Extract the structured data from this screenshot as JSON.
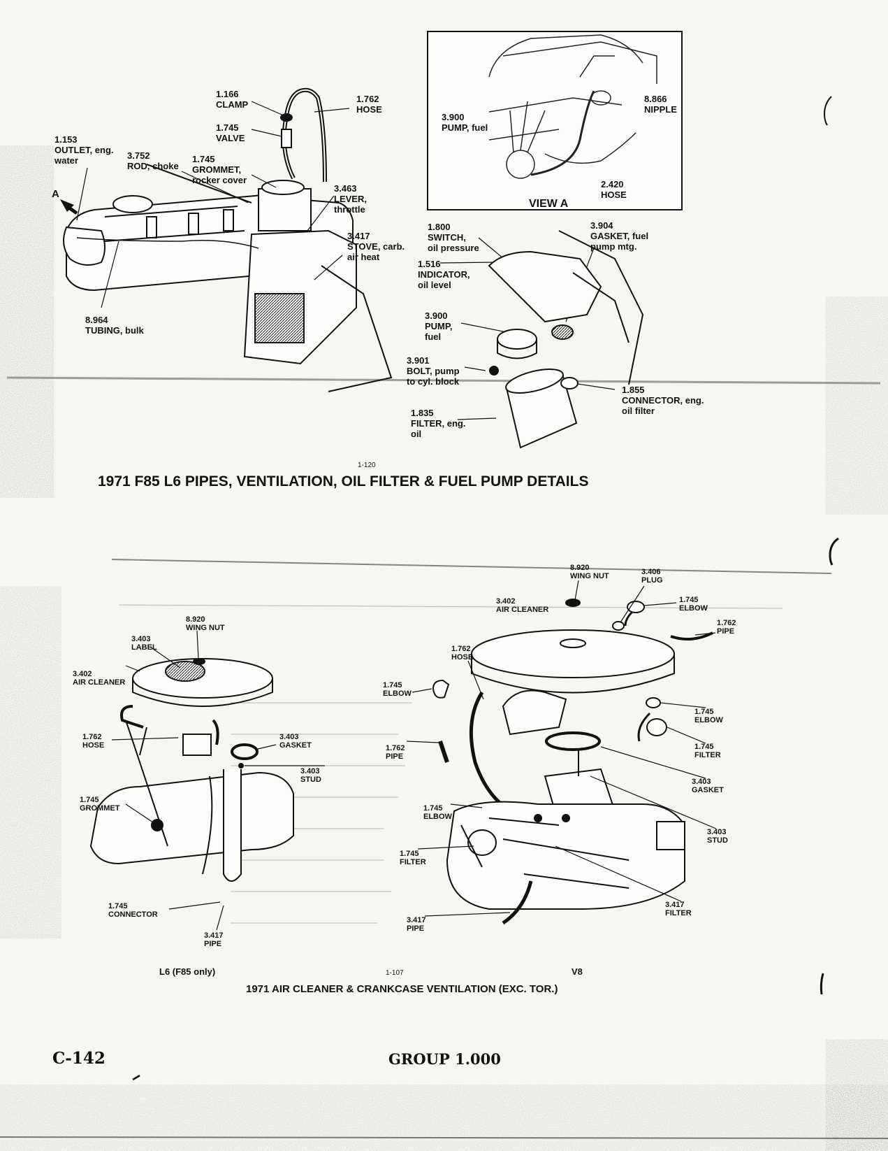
{
  "diagram1": {
    "view_box_title": "VIEW A",
    "labels": [
      {
        "id": "outlet",
        "num": "1.153",
        "desc": "OUTLET, eng.\nwater"
      },
      {
        "id": "clamp",
        "num": "1.166",
        "desc": "CLAMP"
      },
      {
        "id": "valve",
        "num": "1.745",
        "desc": "VALVE"
      },
      {
        "id": "hose-top",
        "num": "1.762",
        "desc": "HOSE"
      },
      {
        "id": "rod-choke",
        "num": "3.752",
        "desc": "ROD, choke"
      },
      {
        "id": "grommet-rocker",
        "num": "1.745",
        "desc": "GROMMET,\nrocker cover"
      },
      {
        "id": "lever-throttle",
        "num": "3.463",
        "desc": "LEVER,\nthrottle"
      },
      {
        "id": "stove",
        "num": "3.417",
        "desc": "STOVE, carb.\nair heat"
      },
      {
        "id": "tubing",
        "num": "8.964",
        "desc": "TUBING, bulk"
      },
      {
        "id": "pump-fuel-a",
        "num": "3.900",
        "desc": "PUMP, fuel"
      },
      {
        "id": "nipple",
        "num": "8.866",
        "desc": "NIPPLE"
      },
      {
        "id": "hose-a",
        "num": "2.420",
        "desc": "HOSE"
      },
      {
        "id": "switch",
        "num": "1.800",
        "desc": "SWITCH,\noil pressure"
      },
      {
        "id": "gasket-pump",
        "num": "3.904",
        "desc": "GASKET, fuel\npump mtg."
      },
      {
        "id": "indicator",
        "num": "1.516",
        "desc": "INDICATOR,\noil level"
      },
      {
        "id": "pump-fuel",
        "num": "3.900",
        "desc": "PUMP,\nfuel"
      },
      {
        "id": "bolt",
        "num": "3.901",
        "desc": "BOLT, pump\nto cyl. block"
      },
      {
        "id": "connector-filter",
        "num": "1.855",
        "desc": "CONNECTOR, eng.\noil filter"
      },
      {
        "id": "filter-oil",
        "num": "1.835",
        "desc": "FILTER, eng.\noil"
      }
    ],
    "marker_a": "A",
    "fig_num": "1-120",
    "title": "1971 F85 L6 PIPES, VENTILATION, OIL FILTER & FUEL PUMP DETAILS"
  },
  "diagram2": {
    "labels": [
      {
        "id": "wingnut-l6",
        "num": "8.920",
        "desc": "WING NUT"
      },
      {
        "id": "label-l6",
        "num": "3.403",
        "desc": "LABEL"
      },
      {
        "id": "aircleaner-l6",
        "num": "3.402",
        "desc": "AIR CLEANER"
      },
      {
        "id": "hose-l6",
        "num": "1.762",
        "desc": "HOSE"
      },
      {
        "id": "gasket-l6",
        "num": "3.403",
        "desc": "GASKET"
      },
      {
        "id": "stud-l6",
        "num": "3.403",
        "desc": "STUD"
      },
      {
        "id": "grommet-l6",
        "num": "1.745",
        "desc": "GROMMET"
      },
      {
        "id": "connector-l6",
        "num": "1.745",
        "desc": "CONNECTOR"
      },
      {
        "id": "pipe-l6",
        "num": "3.417",
        "desc": "PIPE"
      },
      {
        "id": "wingnut-v8",
        "num": "8.920",
        "desc": "WING NUT"
      },
      {
        "id": "plug-v8",
        "num": "3.406",
        "desc": "PLUG"
      },
      {
        "id": "aircleaner-v8",
        "num": "3.402",
        "desc": "AIR CLEANER"
      },
      {
        "id": "elbow-v8-top",
        "num": "1.745",
        "desc": "ELBOW"
      },
      {
        "id": "pipe-v8-top",
        "num": "1.762",
        "desc": "PIPE"
      },
      {
        "id": "hose-v8",
        "num": "1.762",
        "desc": "HOSE"
      },
      {
        "id": "elbow-v8-left",
        "num": "1.745",
        "desc": "ELBOW"
      },
      {
        "id": "elbow-v8-right",
        "num": "1.745",
        "desc": "ELBOW"
      },
      {
        "id": "pipe-v8-left",
        "num": "1.762",
        "desc": "PIPE"
      },
      {
        "id": "filter-v8-right",
        "num": "1.745",
        "desc": "FILTER"
      },
      {
        "id": "gasket-v8",
        "num": "3.403",
        "desc": "GASKET"
      },
      {
        "id": "elbow-v8-mid",
        "num": "1.745",
        "desc": "ELBOW"
      },
      {
        "id": "stud-v8",
        "num": "3.403",
        "desc": "STUD"
      },
      {
        "id": "filter-v8-left",
        "num": "1.745",
        "desc": "FILTER"
      },
      {
        "id": "filter-v8-bottom",
        "num": "3.417",
        "desc": "FILTER"
      },
      {
        "id": "pipe-v8-bottom",
        "num": "3.417",
        "desc": "PIPE"
      }
    ],
    "sub_left": "L6 (F85 only)",
    "sub_right": "V8",
    "fig_num": "1-107",
    "title": "1971 AIR CLEANER & CRANKCASE VENTILATION (EXC. TOR.)"
  },
  "footer": {
    "page": "C-142",
    "group": "GROUP 1.000"
  }
}
